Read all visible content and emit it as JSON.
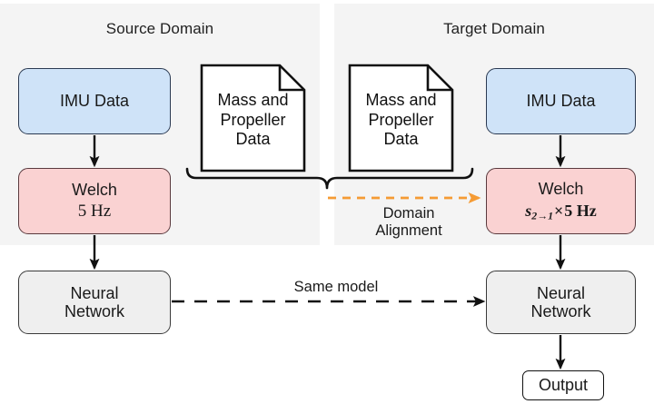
{
  "figure": {
    "type": "flow-diagram",
    "background": "#ffffff",
    "panel_background": "#f4f4f4"
  },
  "colors": {
    "blue_fill": "#cfe3f8",
    "blue_stroke": "#2b3a52",
    "pink_fill": "#fad2d2",
    "pink_stroke": "#5a3a3e",
    "gray_fill": "#efefef",
    "gray_stroke": "#3a3a3a",
    "plain_fill": "#ffffff",
    "plain_stroke": "#111111",
    "arrow_black": "#111111",
    "alignment_orange": "#f59b34"
  },
  "panels": [
    {
      "id": "source",
      "title": "Source Domain"
    },
    {
      "id": "target",
      "title": "Target Domain"
    }
  ],
  "nodes": {
    "source_imu": {
      "label": "IMU Data",
      "style": "blue"
    },
    "source_doc": {
      "line1": "Mass and",
      "line2": "Propeller",
      "line3": "Data",
      "style": "document"
    },
    "target_doc": {
      "line1": "Mass and",
      "line2": "Propeller",
      "line3": "Data",
      "style": "document"
    },
    "target_imu": {
      "label": "IMU Data",
      "style": "blue"
    },
    "source_welch": {
      "line1": "Welch",
      "line2": "5 Hz",
      "style": "pink"
    },
    "target_welch": {
      "line1": "Welch",
      "math_scale": "s",
      "math_sub": "2→1",
      "math_times": "×",
      "math_value": "5 Hz",
      "style": "pink"
    },
    "source_nn": {
      "line1": "Neural",
      "line2": "Network",
      "style": "gray"
    },
    "target_nn": {
      "line1": "Neural",
      "line2": "Network",
      "style": "gray"
    },
    "output": {
      "label": "Output",
      "style": "plain"
    }
  },
  "edge_labels": {
    "domain_alignment": {
      "line1": "Domain",
      "line2": "Alignment"
    },
    "same_model": "Same model"
  }
}
